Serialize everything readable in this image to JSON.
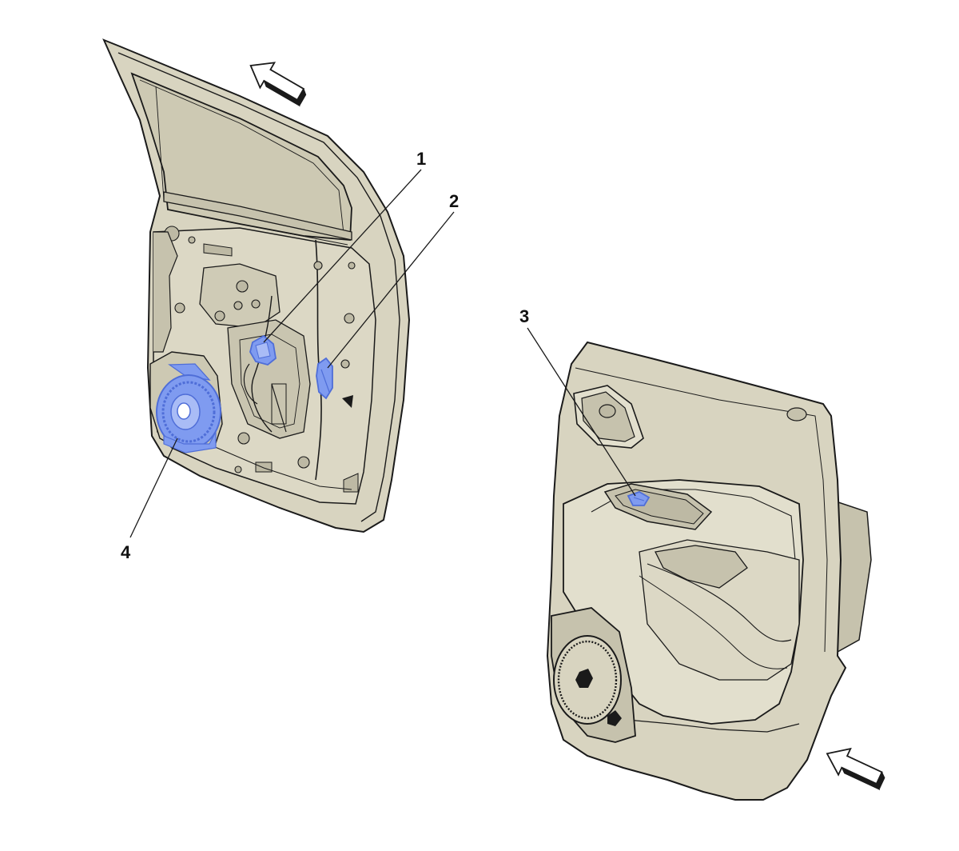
{
  "callouts": [
    {
      "number": "1",
      "target": "window-regulator-motor-connector"
    },
    {
      "number": "2",
      "target": "door-lock-connector"
    },
    {
      "number": "3",
      "target": "window-switch"
    },
    {
      "number": "4",
      "target": "door-speaker"
    }
  ],
  "colors": {
    "background": "#ffffff",
    "panel_fill": "#d8d4c0",
    "panel_fill_light": "#e2dfcd",
    "panel_shade": "#c6c2ad",
    "line": "#1a1a1a",
    "highlight": "#7f9bf0",
    "highlight_dark": "#4f6ed8"
  },
  "icons": [
    "view-direction-arrow-icon",
    "speaker-icon"
  ]
}
